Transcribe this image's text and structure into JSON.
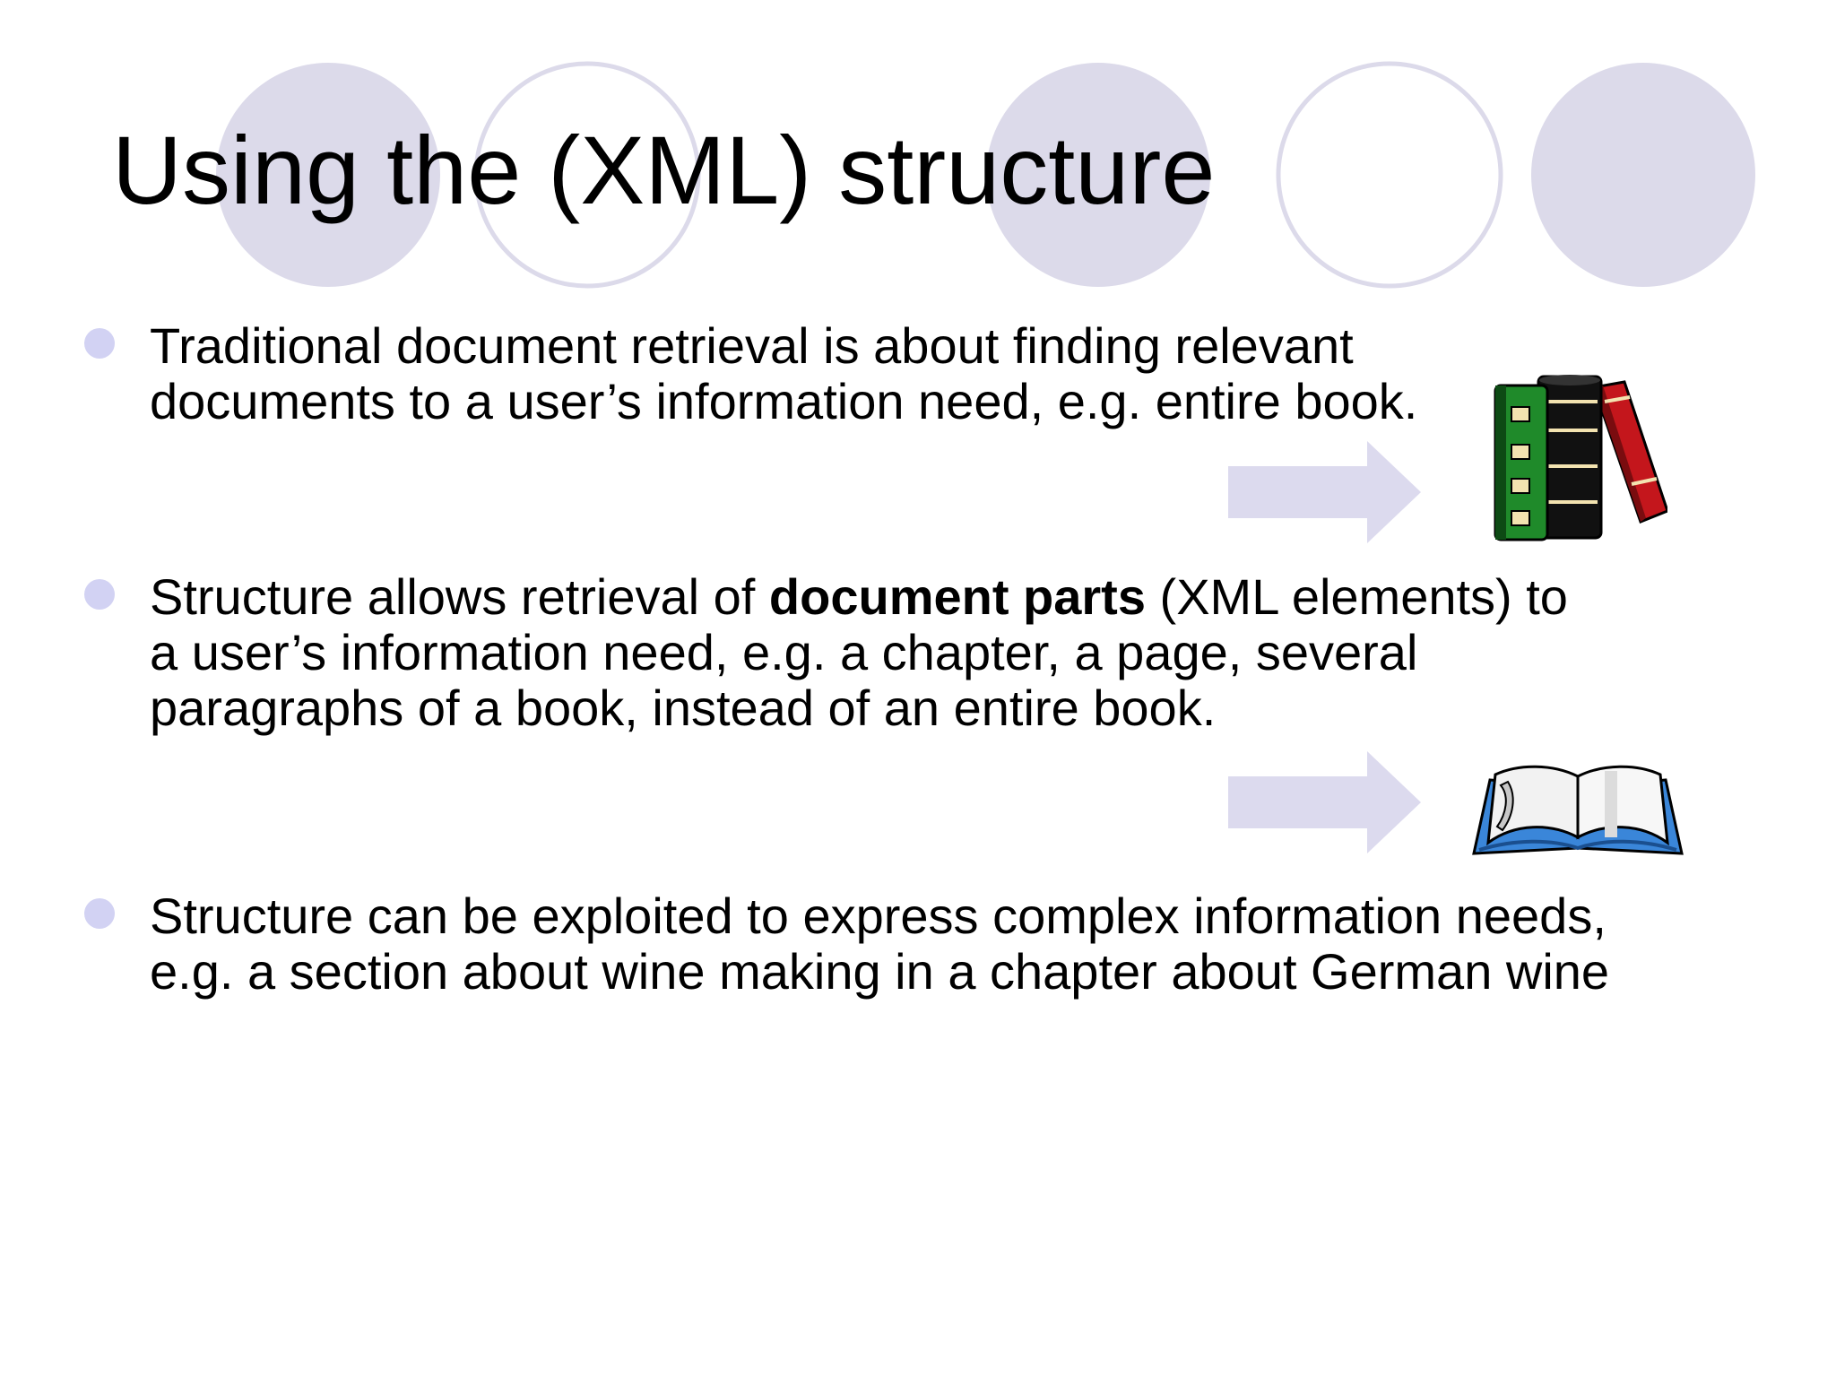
{
  "slide": {
    "title": "Using the (XML) structure",
    "bullets": [
      {
        "lines": [
          "Traditional document retrieval is about finding relevant",
          "documents to a user’s information need, e.g. entire book."
        ]
      },
      {
        "line1_pre": "Structure allows retrieval of ",
        "line1_bold": "document parts",
        "line1_post": " (XML elements) to",
        "lines_rest": [
          "a user’s information need, e.g.  a chapter, a page, several",
          "paragraphs of a book, instead of an entire book."
        ]
      },
      {
        "lines": [
          "Structure can be exploited to express complex information needs,",
          "e.g. a section about wine making in a chapter about German wine"
        ]
      }
    ]
  },
  "theme": {
    "accent": "#d2d2f3",
    "circle_fill": "#dcdaea",
    "circle_stroke": "#dcdaea",
    "arrow": "#dcdaee"
  },
  "icons": {
    "bullet": "bullet-dot-icon",
    "arrow": "right-arrow-icon",
    "books": "closed-books-icon",
    "open_book": "open-book-icon"
  }
}
